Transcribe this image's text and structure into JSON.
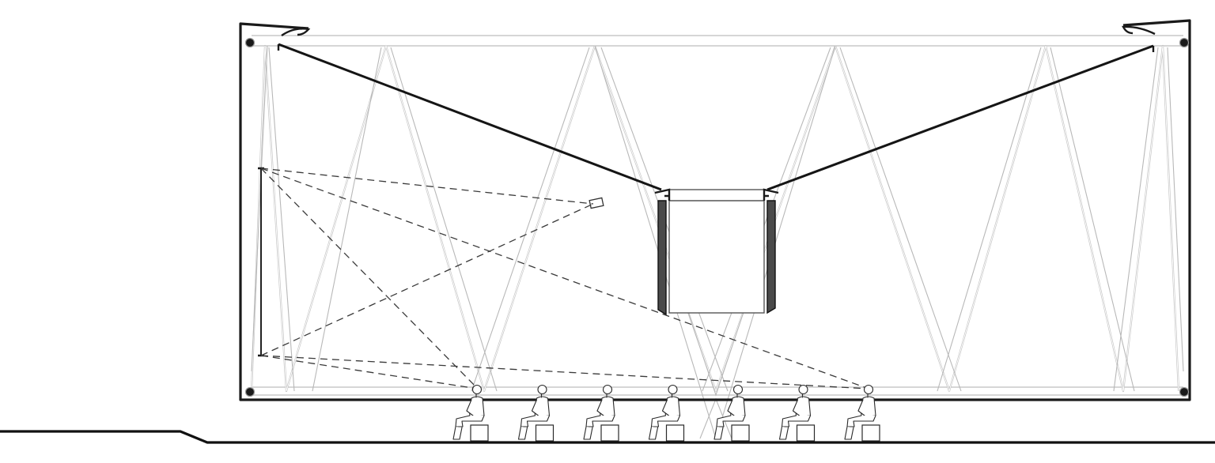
{
  "drawing": {
    "kind": "architectural section",
    "elements": [
      "spatial-truss-frame",
      "suspended-box",
      "suspension-cables",
      "projector",
      "projection-screen",
      "sight-lines",
      "seated-viewers",
      "ground-line"
    ],
    "seated_viewer_count": 7,
    "colors": {
      "outline": "#1a1a1a",
      "truss": "#c4c4c4",
      "panel": "#4a4a4a",
      "background": "#ffffff"
    }
  }
}
